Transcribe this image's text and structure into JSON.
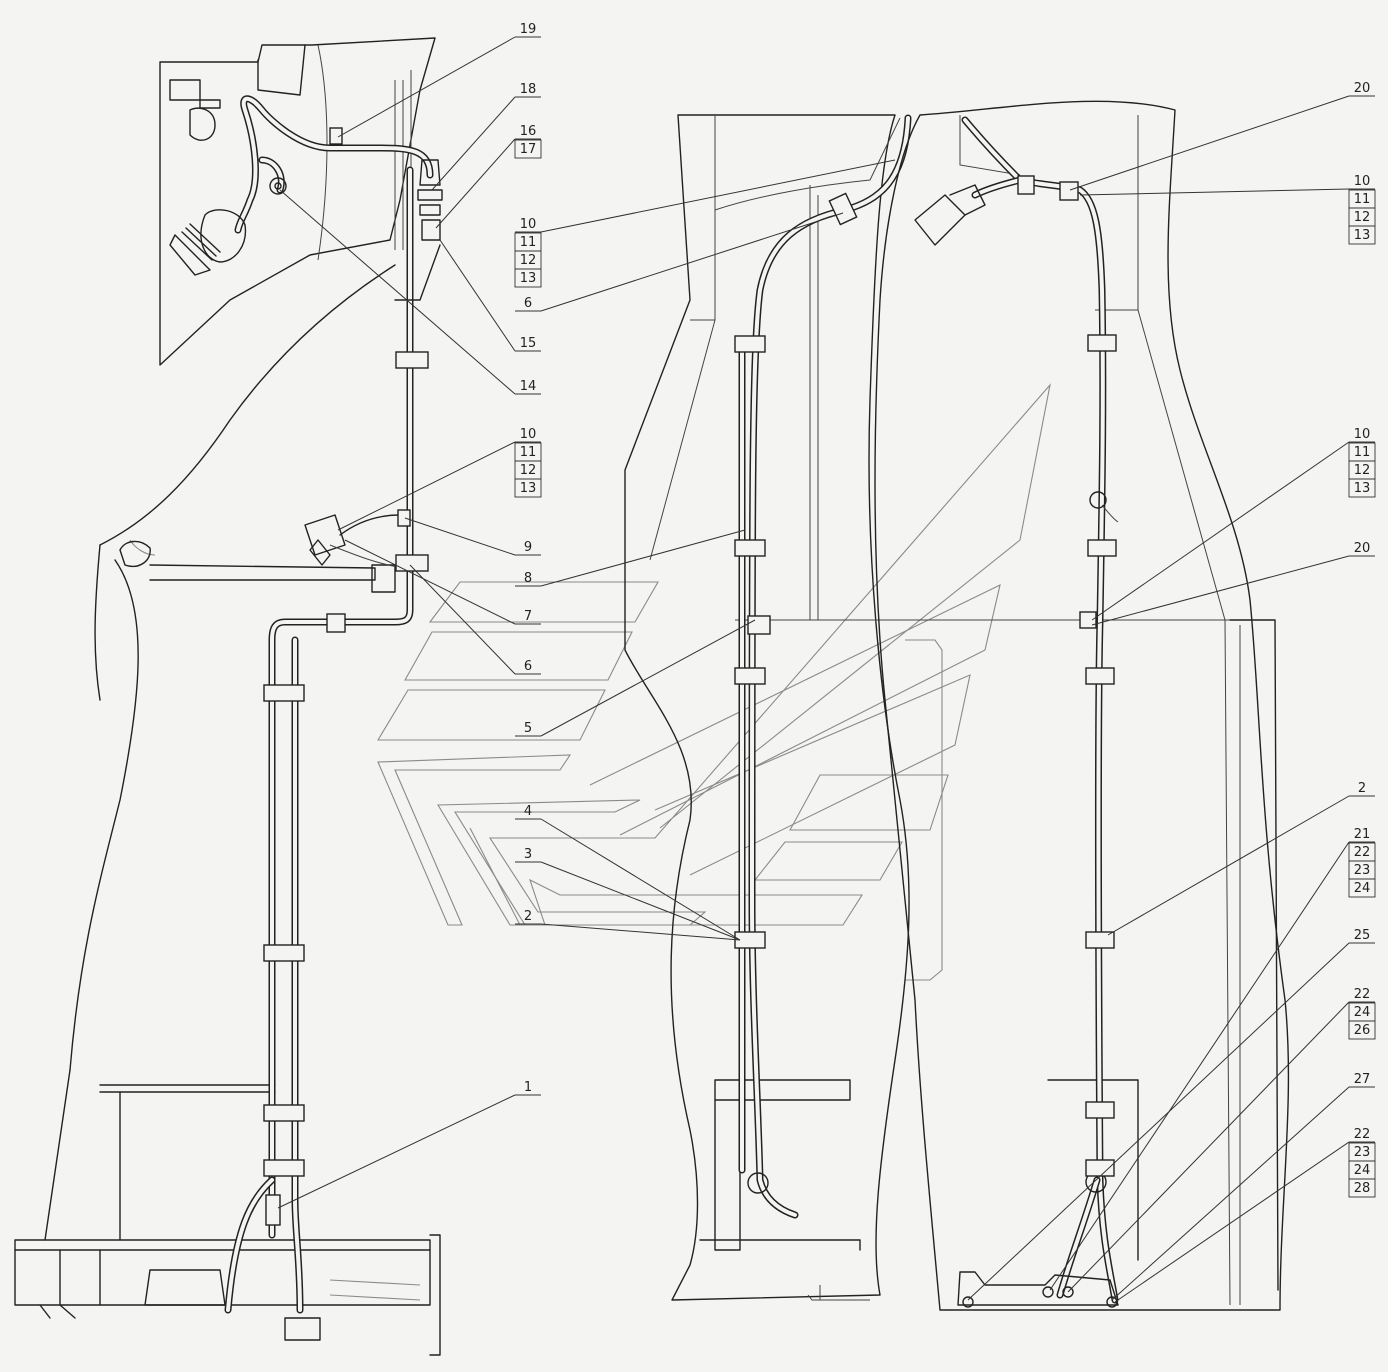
{
  "callouts": [
    {
      "id": "c19",
      "text": "19"
    },
    {
      "id": "c18",
      "text": "18"
    },
    {
      "id": "c16",
      "text": "16",
      "stack": [
        "17"
      ]
    },
    {
      "id": "c10a",
      "text": "10",
      "stack": [
        "11",
        "12",
        "13"
      ]
    },
    {
      "id": "c6a",
      "text": "6"
    },
    {
      "id": "c15",
      "text": "15"
    },
    {
      "id": "c14",
      "text": "14"
    },
    {
      "id": "c10b",
      "text": "10",
      "stack": [
        "11",
        "12",
        "13"
      ]
    },
    {
      "id": "c9",
      "text": "9"
    },
    {
      "id": "c8",
      "text": "8"
    },
    {
      "id": "c7",
      "text": "7"
    },
    {
      "id": "c6b",
      "text": "6"
    },
    {
      "id": "c5",
      "text": "5"
    },
    {
      "id": "c4",
      "text": "4"
    },
    {
      "id": "c3",
      "text": "3"
    },
    {
      "id": "c2a",
      "text": "2"
    },
    {
      "id": "c1",
      "text": "1"
    },
    {
      "id": "c20a",
      "text": "20"
    },
    {
      "id": "c10c",
      "text": "10",
      "stack": [
        "11",
        "12",
        "13"
      ]
    },
    {
      "id": "c10d",
      "text": "10",
      "stack": [
        "11",
        "12",
        "13"
      ]
    },
    {
      "id": "c20b",
      "text": "20"
    },
    {
      "id": "c2b",
      "text": "2"
    },
    {
      "id": "c21",
      "text": "21",
      "stack": [
        "22",
        "23",
        "24"
      ]
    },
    {
      "id": "c25",
      "text": "25"
    },
    {
      "id": "c22a",
      "text": "22",
      "stack": [
        "24",
        "26"
      ]
    },
    {
      "id": "c27",
      "text": "27"
    },
    {
      "id": "c22b",
      "text": "22",
      "stack": [
        "23",
        "24",
        "28"
      ]
    }
  ]
}
